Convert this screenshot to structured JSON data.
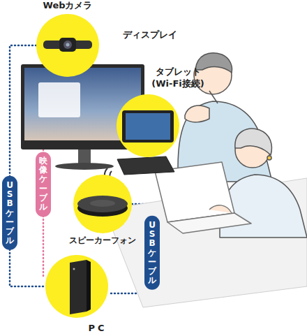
{
  "diagram": {
    "nodes": [
      {
        "text": [
          "Webカメラ"
        ]
      },
      {
        "text": [
          "ディスプレイ"
        ]
      },
      {
        "text": [
          "タブレット (Wi-Fi接続)"
        ]
      },
      {
        "text": [
          "スピーカーフォン"
        ]
      },
      {
        "text": [
          "PC"
        ]
      }
    ],
    "edges": [
      {
        "from": 0,
        "to": 4,
        "arrow": "none",
        "label": "USBケーブル"
      },
      {
        "from": 1,
        "to": 4,
        "arrow": "none",
        "label": "映像ケーブル"
      },
      {
        "from": 3,
        "to": 4,
        "arrow": "none",
        "label": "USBケーブル"
      }
    ]
  }
}
